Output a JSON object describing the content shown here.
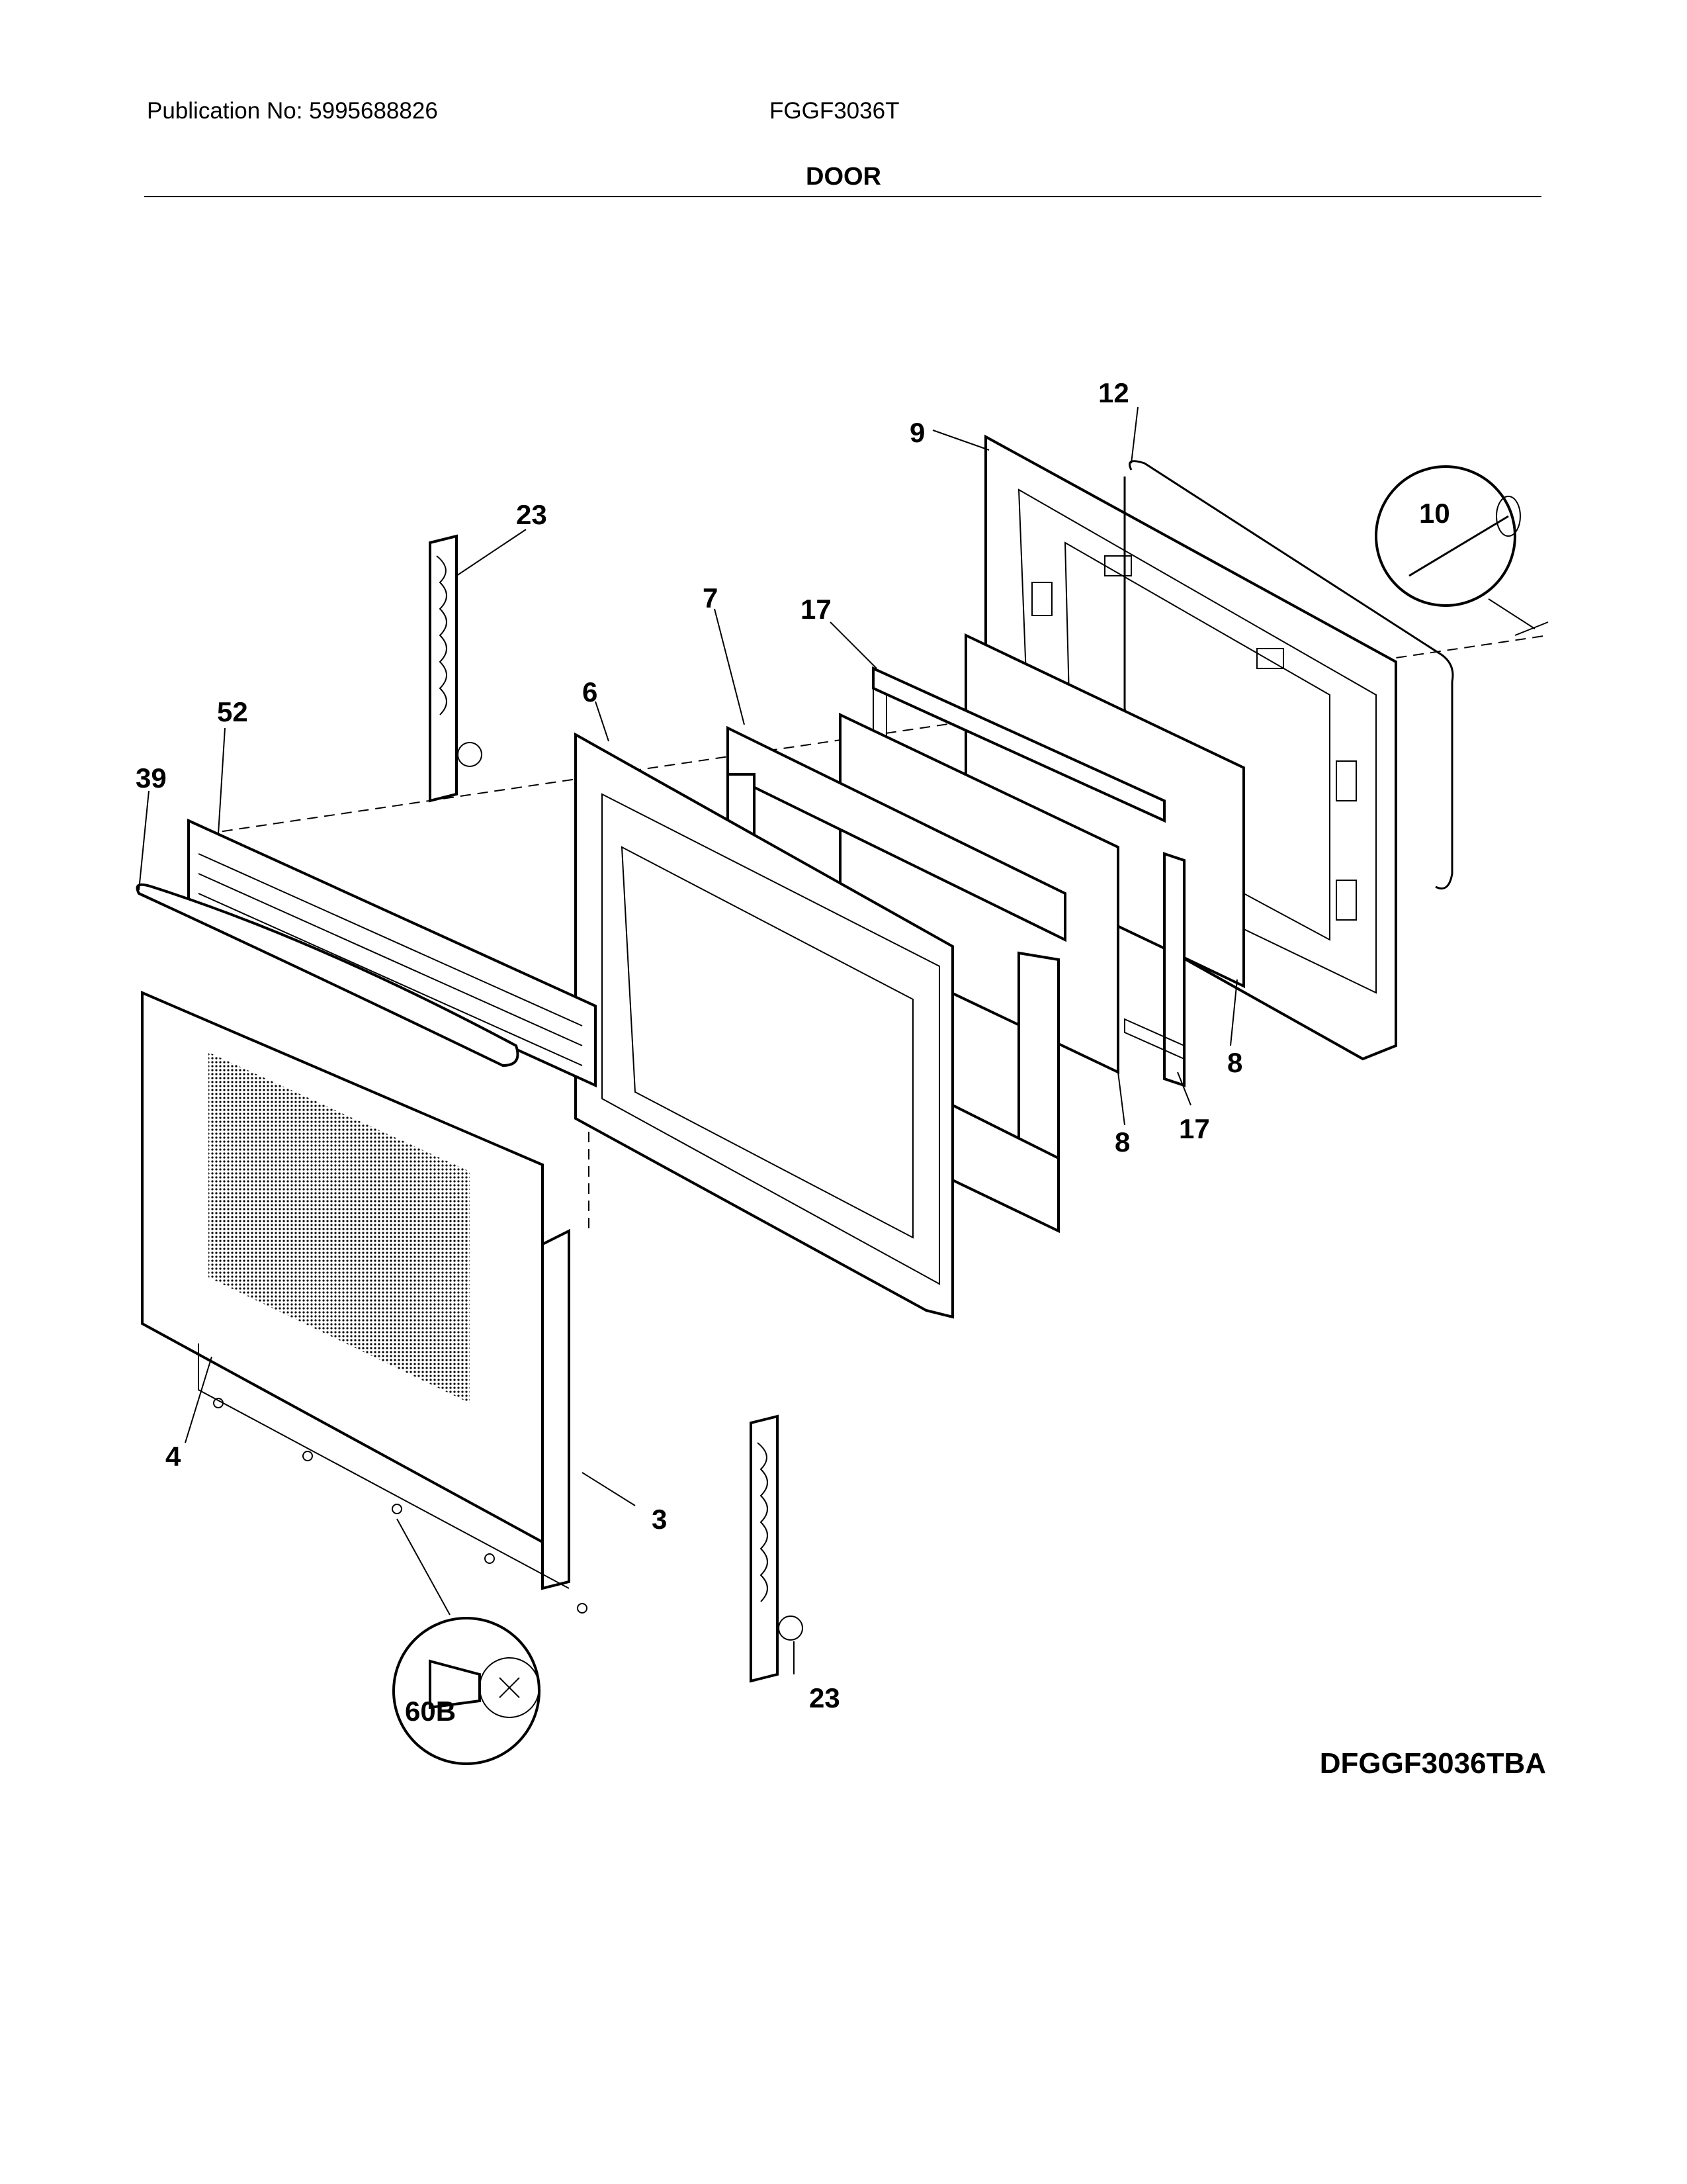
{
  "header": {
    "publication": "Publication No: 5995688826",
    "model": "FGGF3036T",
    "title": "DOOR"
  },
  "diagram": {
    "code": "DFGGF3036TBA",
    "callouts": [
      "12",
      "9",
      "10",
      "23",
      "7",
      "17",
      "6",
      "52",
      "39",
      "8",
      "8",
      "17",
      "4",
      "3",
      "60B",
      "23"
    ]
  }
}
